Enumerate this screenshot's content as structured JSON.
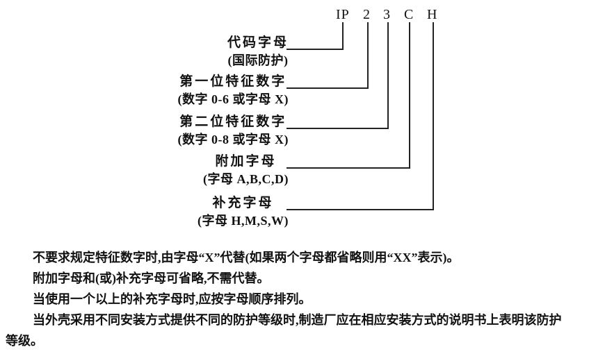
{
  "diagram": {
    "code": [
      "IP",
      "2",
      "3",
      "C",
      "H"
    ],
    "labels": [
      {
        "title": "代码字母",
        "note": "(国际防护)"
      },
      {
        "title": "第一位特征数字",
        "note": "(数字 0-6 或字母 X)"
      },
      {
        "title": "第二位特征数字",
        "note": "(数字 0-8 或字母 X)"
      },
      {
        "title": "附加字母",
        "note": "(字母 A,B,C,D)"
      },
      {
        "title": "补充字母",
        "note": "(字母 H,M,S,W)"
      }
    ]
  },
  "notes": {
    "paragraphs": [
      "不要求规定特征数字时,由字母“X”代替(如果两个字母都省略则用“XX”表示)。",
      "附加字母和(或)补充字母可省略,不需代替。",
      "当使用一个以上的补充字母时,应按字母顺序排列。",
      "当外壳采用不同安装方式提供不同的防护等级时,制造厂应在相应安装方式的说明书上表明该防护等级。"
    ]
  },
  "colors": {
    "background": "#ffffff",
    "text": "#111111",
    "line": "#222222"
  }
}
